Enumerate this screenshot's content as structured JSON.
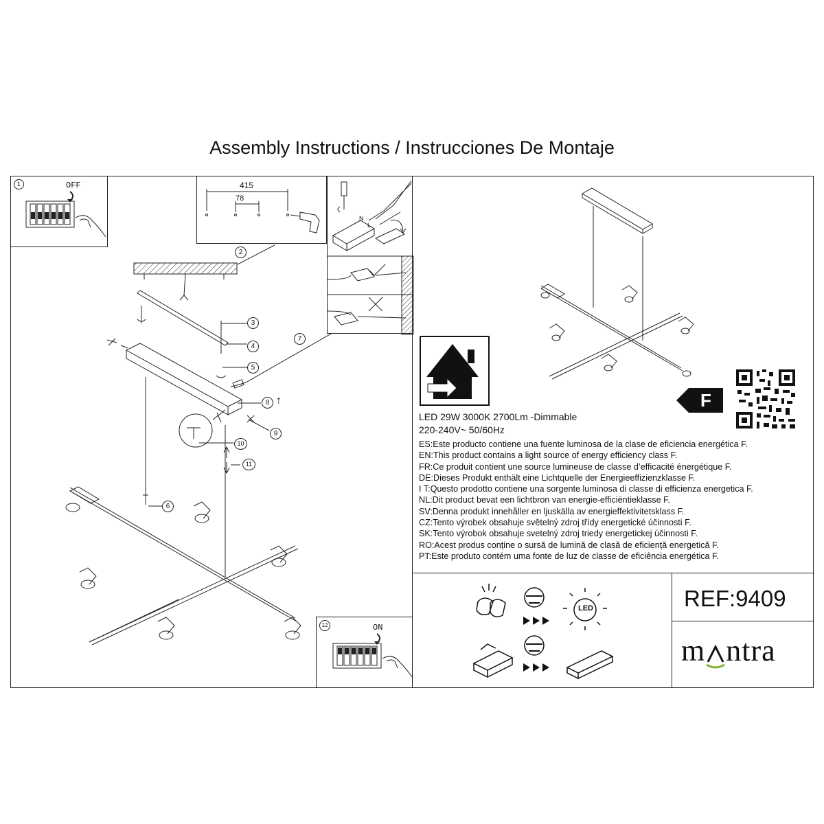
{
  "title": "Assembly Instructions / Instrucciones De Montaje",
  "steps": {
    "s1": {
      "num": "1",
      "label": "OFF"
    },
    "s2": {
      "num": "2"
    },
    "s3": {
      "num": "3"
    },
    "s4": {
      "num": "4"
    },
    "s5": {
      "num": "5"
    },
    "s6": {
      "num": "6"
    },
    "s7": {
      "num": "7"
    },
    "s8": {
      "num": "8"
    },
    "s9": {
      "num": "9"
    },
    "s10": {
      "num": "10"
    },
    "s11": {
      "num": "11"
    },
    "s12": {
      "num": "12",
      "label": "ON"
    }
  },
  "dimensions": {
    "outer": "415",
    "inner": "78"
  },
  "wiring": {
    "n": "N",
    "l": "L"
  },
  "product": {
    "line1": "LED 29W 3000K 2700Lm -Dimmable",
    "line2": "220-240V~  50/60Hz",
    "energy_class": "F"
  },
  "languages": [
    "ES:Este producto contiene una fuente luminosa de la clase de eficiencia energética F.",
    "EN:This product contains a light source of energy efficiency class F.",
    "FR:Ce produit contient une source lumineuse de classe d’efficacité énergétique F.",
    "DE:Dieses Produkt enthält eine Lichtquelle der Energieeffizienzklasse F.",
    "I T:Questo prodotto contiene una sorgente luminosa di classe di efficienza energetica F.",
    "NL:Dit product bevat een lichtbron van energie-efficiëntieklasse F.",
    "SV:Denna produkt innehåller en ljuskälla av energieffektivitetsklass F.",
    "CZ:Tento výrobek obsahuje světelný zdroj třídy energetické účinnosti F.",
    "SK:Tento výrobok obsahuje svetelný zdroj triedy energetickej účinnosti F.",
    "RO:Acest produs conține o sursă de lumină de clasă de eficiență energetică F.",
    "PT:Este produto contém uma fonte de luz de classe de eficiência energética F."
  ],
  "icons": {
    "led_label": "LED"
  },
  "ref": "REF:9409",
  "brand": {
    "left": "m",
    "right": "ntra"
  }
}
